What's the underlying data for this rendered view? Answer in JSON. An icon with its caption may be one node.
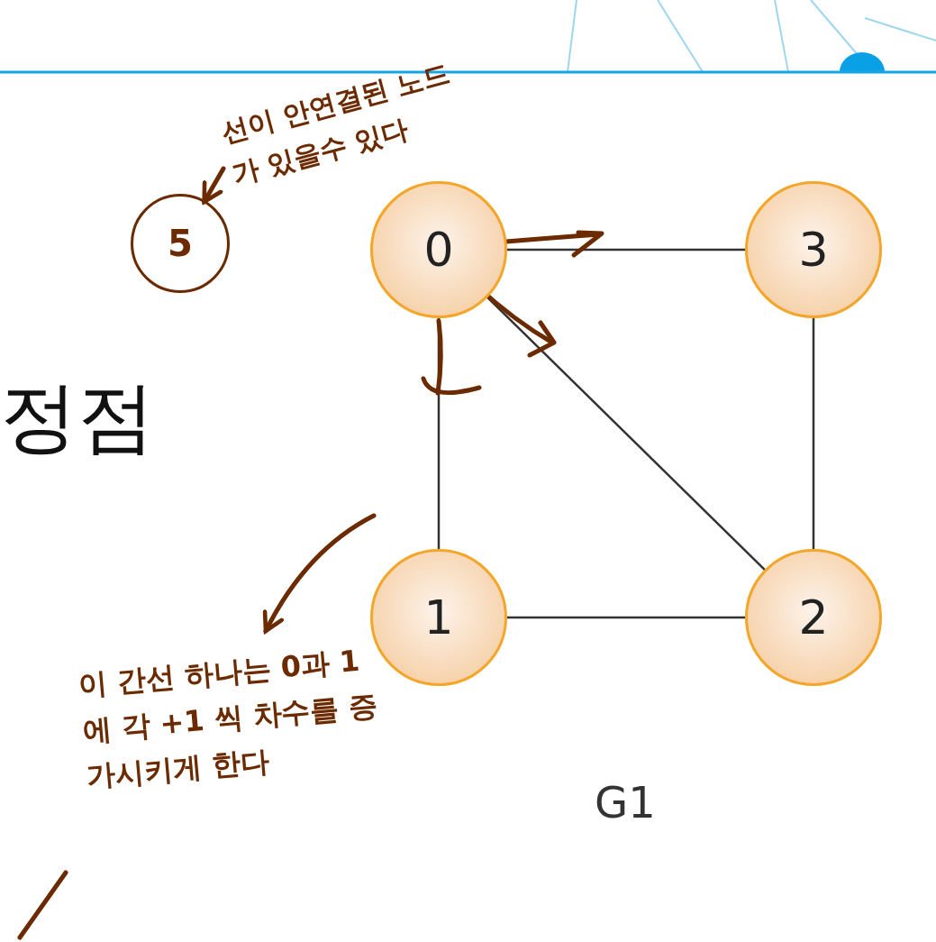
{
  "diagram": {
    "nodes": [
      {
        "text": [
          "선이 안연결된 노드가 있을수 있다"
        ]
      },
      {
        "text": [
          "5"
        ]
      },
      {
        "text": [
          "0"
        ]
      },
      {
        "text": [
          "3"
        ]
      },
      {
        "text": [
          "1"
        ]
      },
      {
        "text": [
          "2"
        ]
      },
      {
        "text": [
          "이 간선 하나는 0과 1에 각 +1 씩 차수를 증가시키게 한다"
        ]
      }
    ],
    "edges": [
      {
        "from": 0,
        "to": 1,
        "arrow": "to",
        "style": "thick",
        "color": "#6b2a00"
      },
      {
        "from": 2,
        "to": 3,
        "arrow": "none"
      },
      {
        "from": 2,
        "to": 4,
        "arrow": "none"
      },
      {
        "from": 2,
        "to": 5,
        "arrow": "none"
      },
      {
        "from": 3,
        "to": 5,
        "arrow": "none"
      },
      {
        "from": 4,
        "to": 5,
        "arrow": "none"
      },
      {
        "from": null,
        "to": 6,
        "arrow": "to",
        "style": "thick",
        "color": "#6b2a00"
      }
    ],
    "labels": [
      "정점",
      "G1"
    ]
  }
}
